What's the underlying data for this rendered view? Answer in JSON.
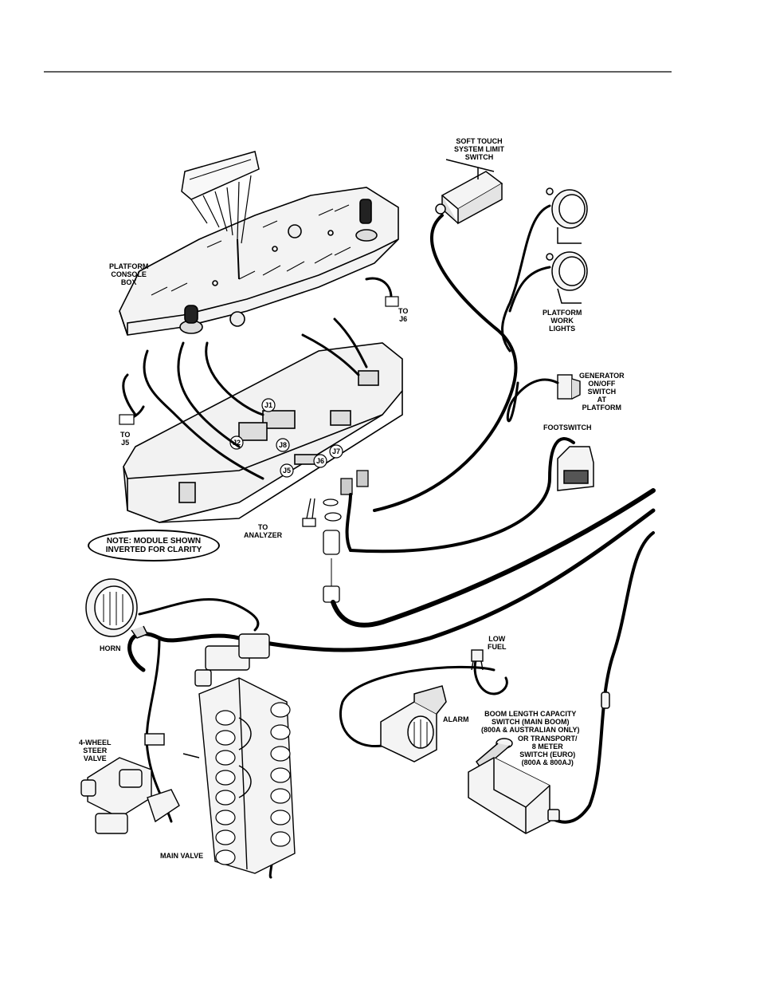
{
  "labels": {
    "soft_touch": [
      "SOFT TOUCH",
      "SYSTEM LIMIT",
      "SWITCH"
    ],
    "platform_console": [
      "PLATFORM",
      "CONSOLE",
      "BOX"
    ],
    "to_j6": [
      "TO",
      "J6"
    ],
    "platform_work_lights": [
      "PLATFORM",
      "WORK",
      "LIGHTS"
    ],
    "generator": [
      "GENERATOR",
      "ON/OFF",
      "SWITCH",
      "AT",
      "PLATFORM"
    ],
    "to_j5": [
      "TO",
      "J5"
    ],
    "footswitch": "FOOTSWITCH",
    "to_analyzer": [
      "TO",
      "ANALYZER"
    ],
    "note": [
      "NOTE: MODULE SHOWN",
      "INVERTED FOR CLARITY"
    ],
    "horn": "HORN",
    "low_fuel": [
      "LOW",
      "FUEL"
    ],
    "four_wheel_steer": [
      "4-WHEEL",
      "STEER",
      "VALVE"
    ],
    "alarm": "ALARM",
    "boom_length": [
      "BOOM LENGTH CAPACITY",
      "SWITCH (MAIN BOOM)",
      "(800A & AUSTRALIAN ONLY)"
    ],
    "transport": [
      "OR TRANSPORT/",
      "8 METER",
      "SWITCH (EURO)",
      "(800A & 800AJ)"
    ],
    "main_valve": "MAIN VALVE",
    "connectors": {
      "j1": "J1",
      "j2": "J2",
      "j5": "J5",
      "j6": "J6",
      "j7": "J7",
      "j8": "J8"
    }
  }
}
